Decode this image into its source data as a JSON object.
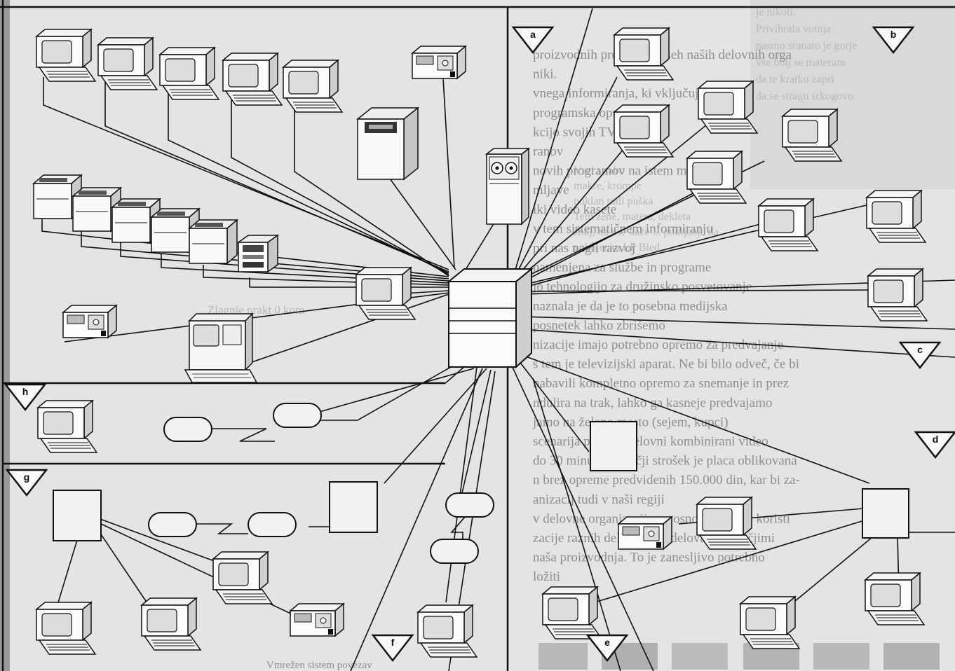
{
  "diagram": {
    "title": "",
    "sections": [
      {
        "id": "a",
        "label": "a"
      },
      {
        "id": "b",
        "label": "b"
      },
      {
        "id": "c",
        "label": "c"
      },
      {
        "id": "d",
        "label": "d"
      },
      {
        "id": "e",
        "label": "e"
      },
      {
        "id": "f",
        "label": "f"
      },
      {
        "id": "g",
        "label": "g"
      },
      {
        "id": "h",
        "label": "h"
      }
    ],
    "central_node": "central-computer",
    "device_types": [
      "terminal",
      "printer",
      "tape-unit",
      "disk-drive",
      "modem",
      "cluster-controller",
      "workstation"
    ]
  },
  "background_text": {
    "right_column": [
      "je nikoli.",
      "Privihrala votnja",
      "nasmo sranato je gorje",
      "vse bolj se materam",
      "da te kratko zapri",
      "da se stragu izkogovo",
      "Vsel s sabo",
      "makre, krompe",
      "poklan tudi puška",
      "Tem žene, matera, dekleta",
      "žnaj, da vse kaže ... pokljanje da.",
      "pokojenka LP Bled"
    ],
    "main_column": [
      "proizvodnih procesih v vseh naših delovnih orga",
      "niki.",
      "vnega informiranja, ki vključuje:",
      "programska oprema",
      "kcijo svojih TV studiov",
      "ranov",
      "novih programov na istem mestu",
      "mljave",
      "iki video kasete",
      "v tem sistematičnem informiranju",
      "pri nas nagli razvoj",
      "namenjena za službe in programe",
      "jo tehnologijo za družinsko posvetovanje",
      "naznala je da je to posebna medijska",
      "posnetek lahko zbrišemo",
      "nizacije imajo potrebno opremo za predvajanje",
      "s tem je televizijski aparat. Ne bi bilo odveč, če bi",
      "nabavili kompletno opremo za snemanje in prez",
      "ndulira na trak, lahko ga kasneje predvajamo",
      "jamo na želeno mesto (sejem, kupci)",
      "scenarija pomeni delovni kombinirani video",
      "do 30 minut. Največji strošek je placa oblikovana",
      "n brez opreme predvidenih 150.000 din, kar bi za-",
      "anizacij tudi v naši regiji",
      "v delovne organizacije po osnovni sheme koristi",
      "zacije raznih delegacij, sodelovanje z večjimi",
      "naša proizvodnja. To je zanesljivo potrebno",
      "ložiti"
    ],
    "caption": "Vmrežen sistem povezav"
  }
}
